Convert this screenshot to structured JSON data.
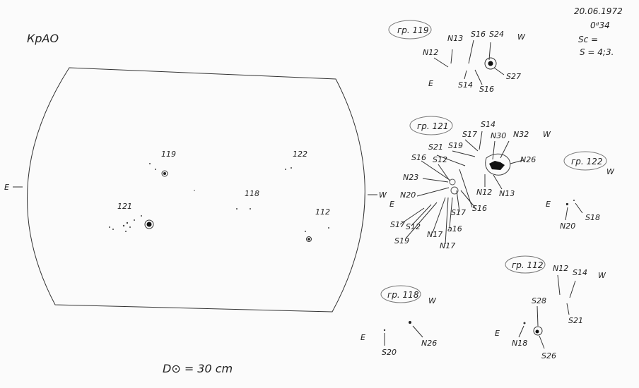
{
  "header": {
    "observatory": "КрАО",
    "date": "20.06.1972",
    "time": "0ᵈ34",
    "sc": "Sc =",
    "s_value": "S = 4;3.",
    "diameter": "D⊙ = 30 cm"
  },
  "disk": {
    "east": "E",
    "west": "W",
    "groups": [
      "119",
      "122",
      "118",
      "121",
      "112"
    ]
  },
  "group_119": {
    "title": "гр. 119",
    "labels": [
      "N13",
      "S16",
      "S24",
      "N12",
      "S14",
      "S16",
      "S27",
      "E",
      "W"
    ]
  },
  "group_121": {
    "title": "гр. 121",
    "labels": [
      "S14",
      "S17",
      "S19",
      "N30",
      "N32",
      "S21",
      "S16",
      "S12",
      "N26",
      "N23",
      "N20",
      "N12",
      "N13",
      "S16",
      "S17",
      "S17",
      "S12",
      "S19",
      "N17",
      "a16",
      "N17",
      "E",
      "W"
    ]
  },
  "group_122": {
    "title": "гр. 122",
    "labels": [
      "N20",
      "S18",
      "E",
      "W"
    ]
  },
  "group_118": {
    "title": "гр. 118",
    "labels": [
      "S20",
      "N26",
      "E",
      "W"
    ]
  },
  "group_112": {
    "title": "гр. 112",
    "labels": [
      "N12",
      "S14",
      "S28",
      "S21",
      "N18",
      "S26",
      "E",
      "W"
    ]
  }
}
